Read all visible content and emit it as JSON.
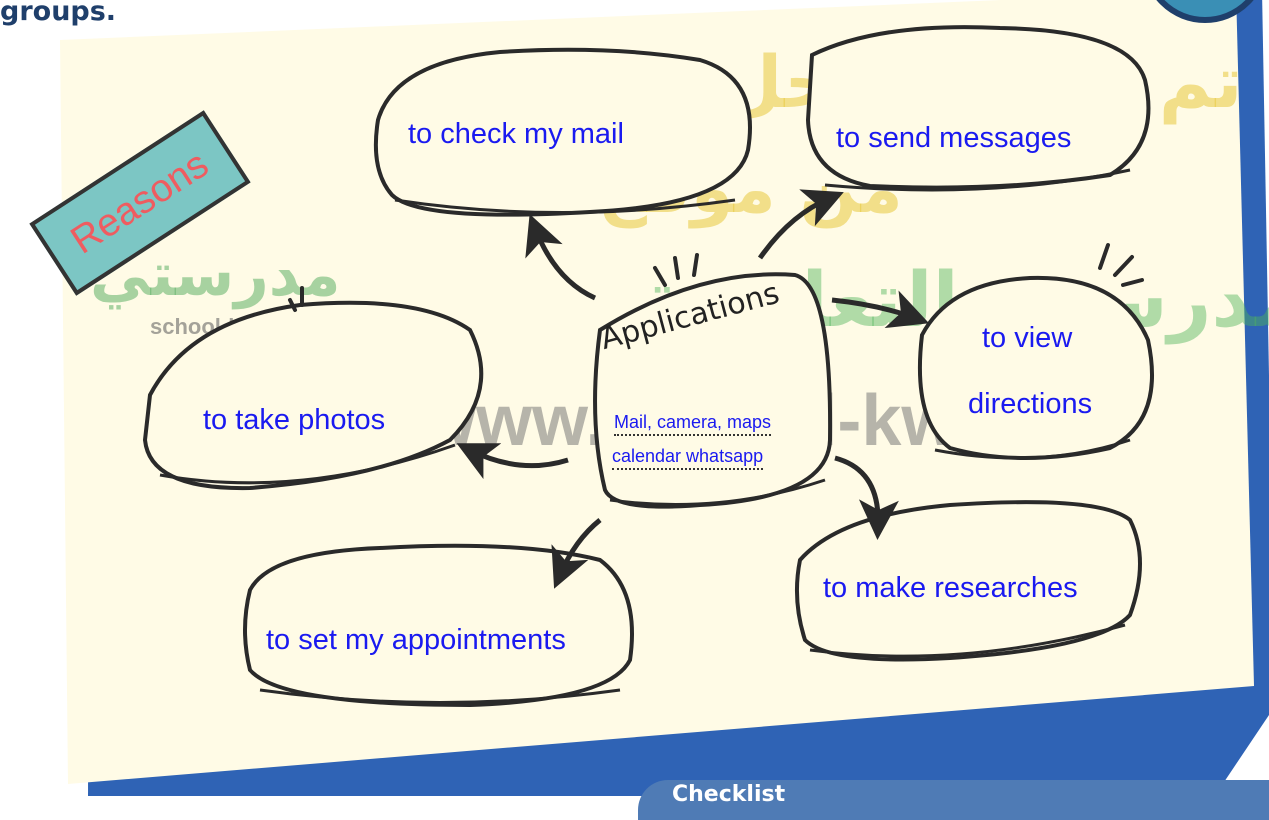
{
  "heading": "groups.",
  "stamp": {
    "label": "Reasons"
  },
  "center": {
    "title": "Applications",
    "line1": "Mail, camera, maps",
    "line2": "calendar whatsapp"
  },
  "bubbles": {
    "mail": "to check my mail",
    "messages": "to send messages",
    "directions_1": "to view",
    "directions_2": "directions",
    "photos": "to take photos",
    "appointments": "to set my appointments",
    "researches": "to make researches"
  },
  "watermark": {
    "site": "www.school-kw.com",
    "small_site": "school-kw.com",
    "arabic_1": "تم تحميل الحل",
    "arabic_2": "من موقع",
    "arabic_3": "مدرستي التعليمية",
    "arabic_4": "مدرستي"
  },
  "checklist": {
    "label": "Checklist"
  },
  "colors": {
    "board": "#fffbe6",
    "board_border": "#2f63b5",
    "text_blue": "#1a1af0",
    "stamp_fill": "#7cc6c4",
    "stamp_text": "#ef5c60"
  }
}
